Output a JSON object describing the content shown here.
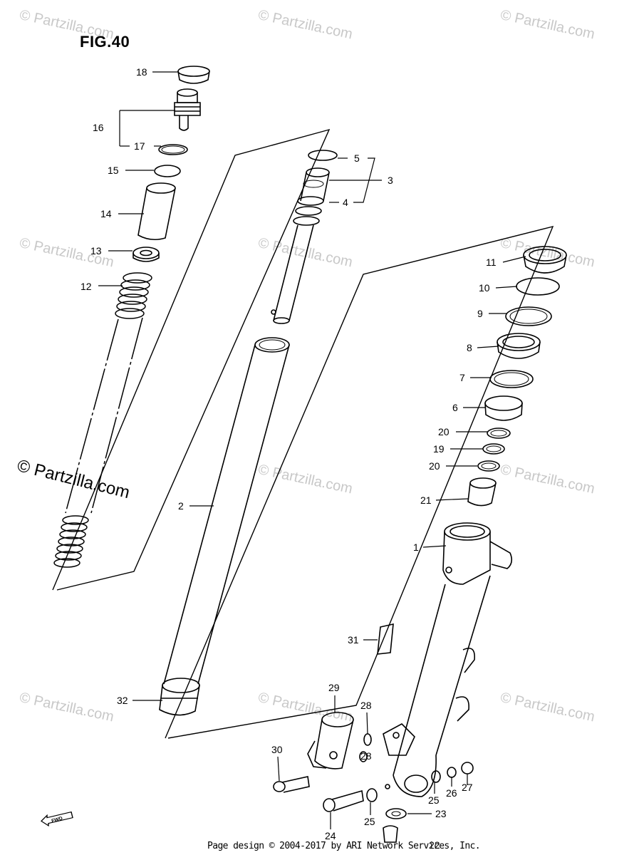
{
  "figure": {
    "title": "FIG.40"
  },
  "watermark": {
    "text": "© Partzilla.com",
    "main_text": "© Partzilla.com"
  },
  "footer": {
    "text": "Page design © 2004-2017 by ARI Network Services, Inc."
  },
  "direction_indicator": {
    "label": "FWD"
  },
  "part_labels": {
    "l1": "1",
    "l2": "2",
    "l3": "3",
    "l4": "4",
    "l5": "5",
    "l6": "6",
    "l7": "7",
    "l8": "8",
    "l9": "9",
    "l10": "10",
    "l11": "11",
    "l12": "12",
    "l13": "13",
    "l14": "14",
    "l15": "15",
    "l16": "16",
    "l17": "17",
    "l18": "18",
    "l19": "19",
    "l20a": "20",
    "l20b": "20",
    "l21": "21",
    "l22": "22",
    "l23": "23",
    "l24": "24",
    "l25a": "25",
    "l25b": "25",
    "l26": "26",
    "l27": "27",
    "l28a": "28",
    "l28b": "28",
    "l29": "29",
    "l30": "30",
    "l31": "31",
    "l32": "32"
  }
}
